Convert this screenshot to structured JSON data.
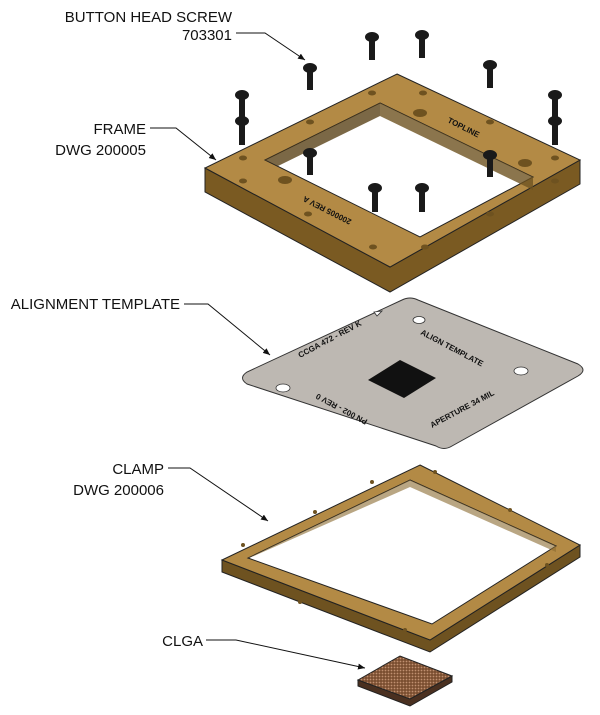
{
  "labels": {
    "screw": {
      "name": "BUTTON HEAD SCREW",
      "part": "703301"
    },
    "frame": {
      "name": "FRAME",
      "part": "DWG 200005"
    },
    "template": {
      "name": "ALIGNMENT TEMPLATE"
    },
    "clamp": {
      "name": "CLAMP",
      "part": "DWG 200006"
    },
    "clga": {
      "name": "CLGA"
    }
  },
  "engravings": {
    "frame_brand": "TOPLINE",
    "frame_rev": "200005 REV A",
    "template_top": "CCGA 472 - REV K",
    "template_title": "ALIGN TEMPLATE",
    "template_aperture": "APERTURE 34 MIL",
    "template_lot": "PN 002 - REV 0"
  },
  "colors": {
    "brass": "#b38a45",
    "brass_dark": "#6e5220",
    "steel": "#bdb8b2",
    "screw": "#1a1a1a",
    "clga": "#8a5a3a"
  }
}
